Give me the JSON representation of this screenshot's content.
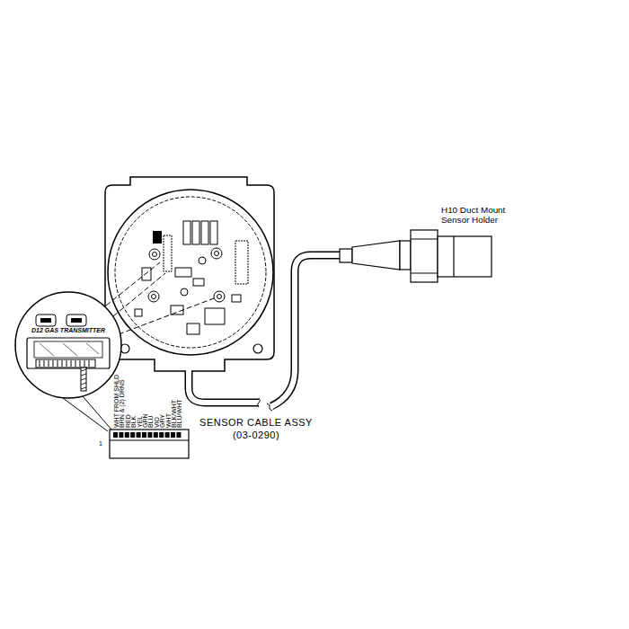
{
  "diagram": {
    "nodes": [
      {
        "text": [
          "D12 GAS TRANSMITTER"
        ]
      },
      {
        "text": [
          "H10 Duct Mount Sensor Holder"
        ]
      }
    ],
    "labels": [
      "WHT FROM SHLD",
      "BRN & (2) DRNS",
      "RED",
      "BLK",
      "YEL",
      "GRN",
      "BLU",
      "VIO",
      "GRY",
      "WHT",
      "BLK/WHT",
      "BLU/WHT",
      "1",
      "SENSOR CABLE ASSY",
      "(03-0290)"
    ]
  }
}
